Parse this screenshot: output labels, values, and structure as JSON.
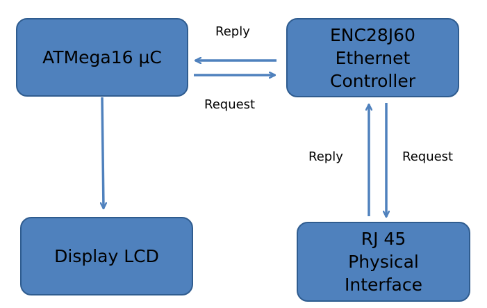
{
  "diagram": {
    "nodes": {
      "mcu": {
        "lines": [
          "ATMega16 µC"
        ]
      },
      "enc": {
        "lines": [
          "ENC28J60",
          "Ethernet",
          "Controller"
        ]
      },
      "lcd": {
        "lines": [
          "Display LCD"
        ]
      },
      "rj45": {
        "lines": [
          "RJ 45",
          "Physical",
          "Interface"
        ]
      }
    },
    "edges": {
      "enc_to_mcu": {
        "label": "Reply"
      },
      "mcu_to_enc": {
        "label": "Request"
      },
      "rj45_to_enc": {
        "label": "Reply"
      },
      "enc_to_rj45": {
        "label": "Request"
      },
      "mcu_to_lcd": {
        "label": ""
      }
    },
    "colors": {
      "box_fill": "#4f81bd",
      "box_border": "#2f5c8f",
      "arrow": "#4f81bd",
      "text": "#000000"
    }
  }
}
